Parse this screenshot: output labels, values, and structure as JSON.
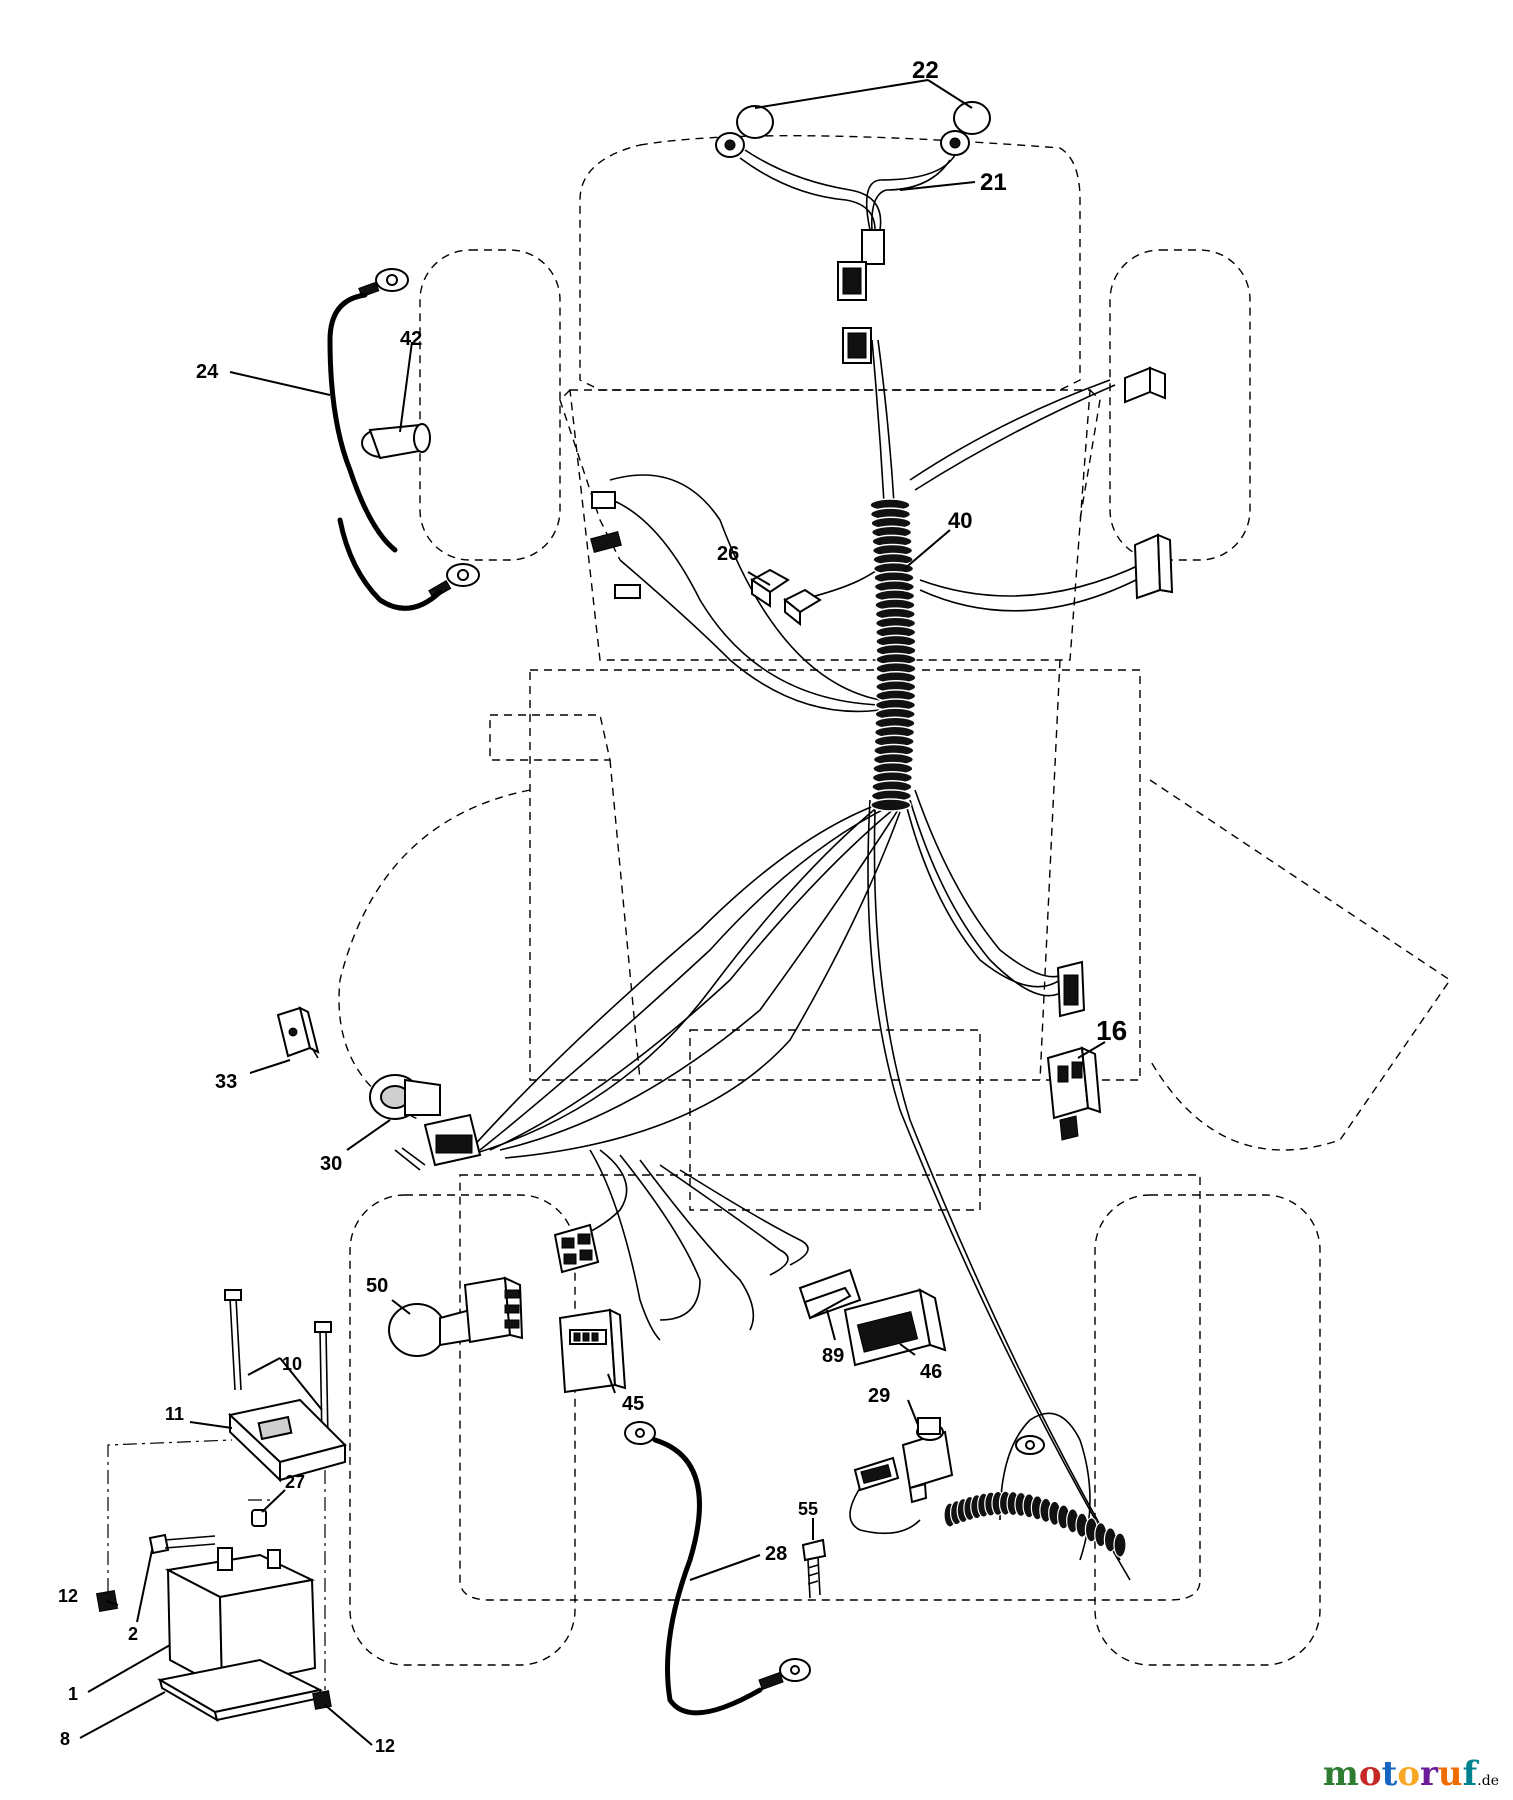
{
  "callouts": {
    "c22": "22",
    "c21": "21",
    "c24": "24",
    "c42": "42",
    "c40": "40",
    "c26": "26",
    "c16": "16",
    "c33": "33",
    "c30": "30",
    "c50": "50",
    "c10": "10",
    "c11": "11",
    "c27": "27",
    "c12a": "12",
    "c2": "2",
    "c1": "1",
    "c8": "8",
    "c12b": "12",
    "c45": "45",
    "c89": "89",
    "c46": "46",
    "c29": "29",
    "c55": "55",
    "c28": "28"
  },
  "watermark": {
    "letters": [
      "m",
      "o",
      "t",
      "o",
      "r",
      "u",
      "f"
    ],
    "letter_colors": [
      "#2e7d32",
      "#c62828",
      "#1565c0",
      "#f9a825",
      "#6a1b9a",
      "#ef6c00",
      "#00838f"
    ],
    "suffix": ".de"
  }
}
